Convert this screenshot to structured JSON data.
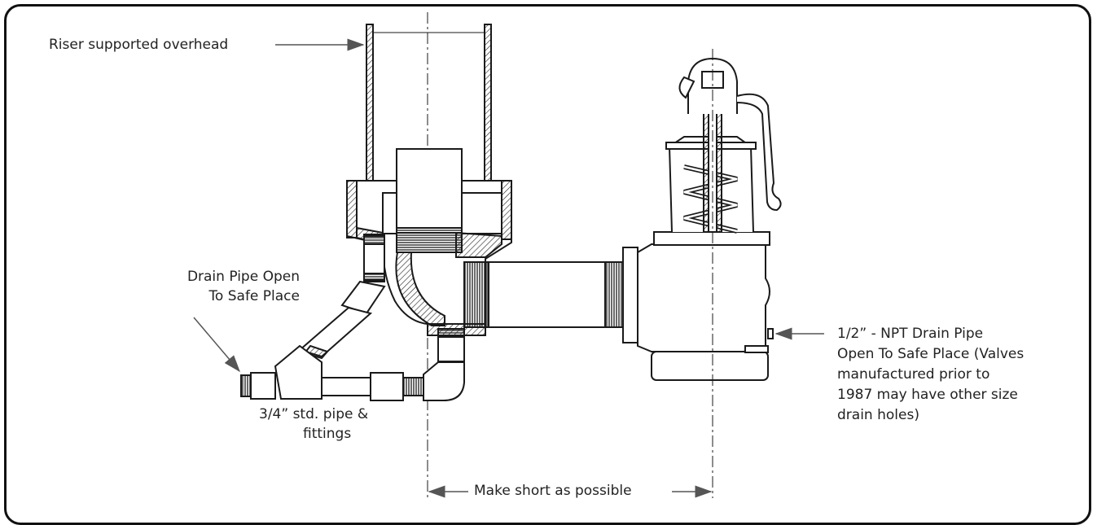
{
  "labels": {
    "riser": "Riser supported overhead",
    "drain_open_1": "Drain Pipe Open",
    "drain_open_2": "To Safe Place",
    "fittings_1": "3/4” std. pipe &",
    "fittings_2": "fittings",
    "npt_1": "1/2” - NPT Drain Pipe",
    "npt_2": "Open To Safe Place (Valves",
    "npt_3": "manufactured prior to",
    "npt_4": "1987 may have other size",
    "npt_5": "drain holes)",
    "short": "Make short as possible"
  },
  "colors": {
    "ink": "#1a1a1a",
    "arrow": "#555555",
    "border": "#111111"
  }
}
